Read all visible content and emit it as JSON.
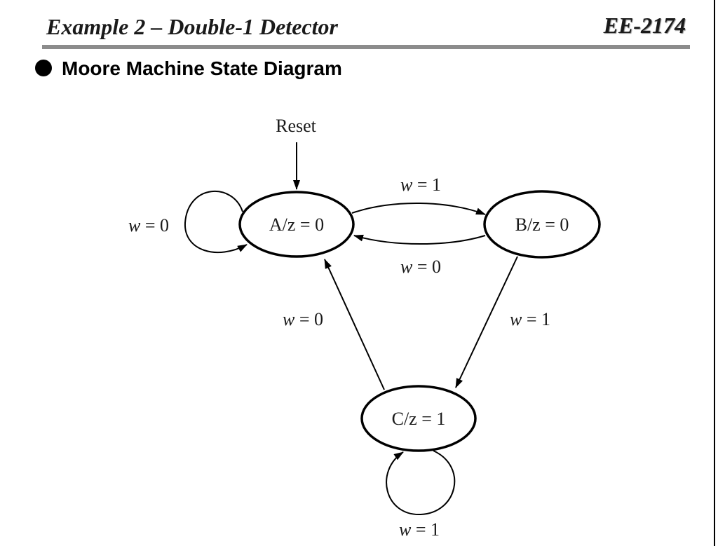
{
  "header": {
    "title": "Example 2 – Double-1 Detector",
    "course_code": "EE-2174"
  },
  "bullet": {
    "text": "Moore Machine State Diagram"
  },
  "diagram": {
    "reset_label": "Reset",
    "states": [
      {
        "id": "A",
        "label": "A/z = 0"
      },
      {
        "id": "B",
        "label": "B/z = 0"
      },
      {
        "id": "C",
        "label": "C/z = 1"
      }
    ],
    "transitions": [
      {
        "from": "A",
        "to": "A",
        "var": "w",
        "value": "0"
      },
      {
        "from": "A",
        "to": "B",
        "var": "w",
        "value": "1"
      },
      {
        "from": "B",
        "to": "A",
        "var": "w",
        "value": "0"
      },
      {
        "from": "B",
        "to": "C",
        "var": "w",
        "value": "1"
      },
      {
        "from": "C",
        "to": "A",
        "var": "w",
        "value": "0"
      },
      {
        "from": "C",
        "to": "C",
        "var": "w",
        "value": "1"
      }
    ]
  }
}
